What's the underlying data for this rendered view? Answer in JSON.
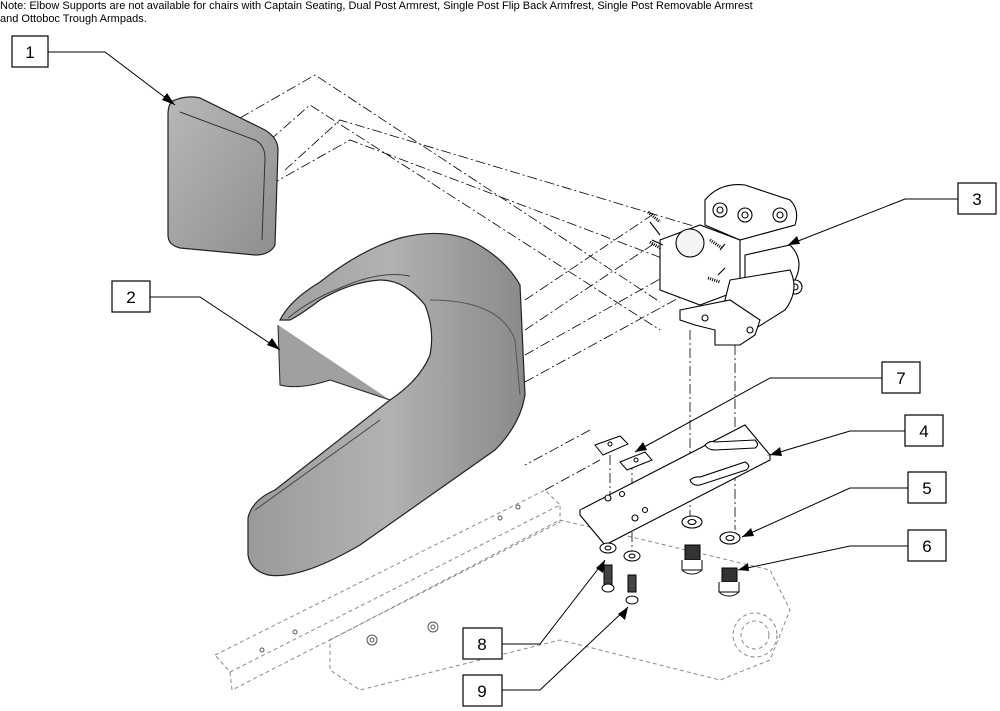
{
  "note": "Note: Elbow Supports are not available for chairs with Captain Seating, Dual Post Armrest, Single Post Flip Back Armfrest, Single Post Removable Armrest\n and Ottoboc Trough Armpads.",
  "callouts": [
    "1",
    "2",
    "3",
    "4",
    "5",
    "6",
    "7",
    "8",
    "9"
  ],
  "colors": {
    "part_fill": "#a3a3a3",
    "part_shade": "#8c8c8c",
    "line": "#000000",
    "phantom": "#8a8a8a"
  }
}
